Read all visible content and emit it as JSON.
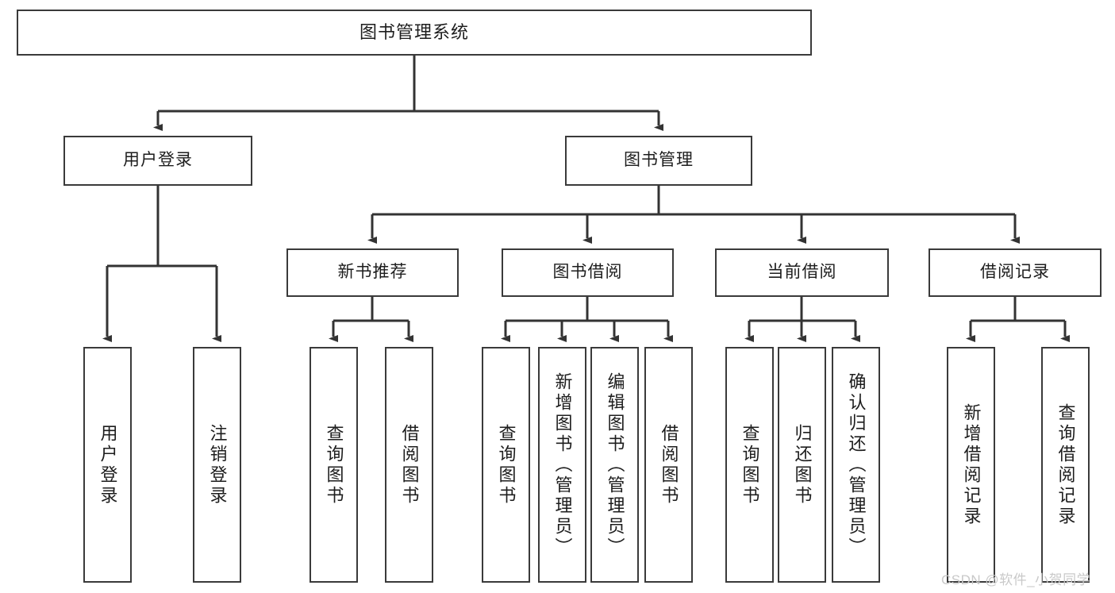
{
  "diagram": {
    "title": "图书管理系统",
    "type": "hierarchy-tree",
    "watermark": "CSDN @软件_小贺同学",
    "colors": {
      "box_border": "#3a3a3a",
      "box_fill": "#ffffff",
      "connector": "#333333",
      "text": "#1d1d1d",
      "watermark": "#c9c9c9"
    },
    "nodes": {
      "root": {
        "label": "图书管理系统"
      },
      "level2": [
        {
          "label": "用户登录"
        },
        {
          "label": "图书管理"
        }
      ],
      "level3": [
        {
          "label": "新书推荐"
        },
        {
          "label": "图书借阅"
        },
        {
          "label": "当前借阅"
        },
        {
          "label": "借阅记录"
        }
      ],
      "leaves": {
        "user_login": [
          {
            "label": "用户登录"
          },
          {
            "label": "注销登录"
          }
        ],
        "new_book": [
          {
            "label": "查询图书"
          },
          {
            "label": "借阅图书"
          }
        ],
        "book_borrow": [
          {
            "label": "查询图书"
          },
          {
            "label": "新增图书（管理员）"
          },
          {
            "label": "编辑图书（管理员）"
          },
          {
            "label": "借阅图书"
          }
        ],
        "current_borrow": [
          {
            "label": "查询图书"
          },
          {
            "label": "归还图书"
          },
          {
            "label": "确认归还（管理员）"
          }
        ],
        "borrow_record": [
          {
            "label": "新增借阅记录"
          },
          {
            "label": "查询借阅记录"
          }
        ]
      }
    }
  }
}
